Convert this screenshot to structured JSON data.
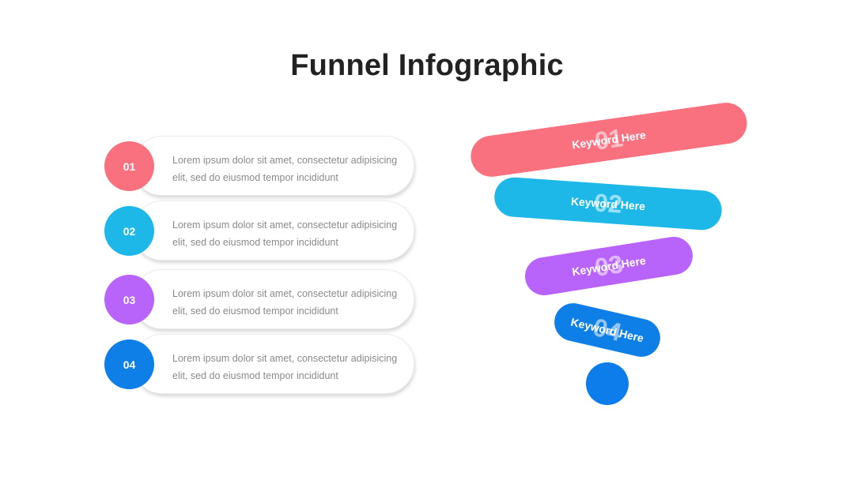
{
  "title": "Funnel Infographic",
  "colors": {
    "pink": "#F9707F",
    "cyan": "#1EB8E8",
    "purple": "#B863FA",
    "blue": "#0F7FE8",
    "dot": "#0C7DEB"
  },
  "list": [
    {
      "number": "01",
      "line1": "Lorem ipsum dolor sit amet, consectetur adipisicing",
      "line2": "elit, sed do eiusmod tempor incididunt"
    },
    {
      "number": "02",
      "line1": "Lorem ipsum dolor sit amet, consectetur adipisicing",
      "line2": "elit, sed do eiusmod tempor incididunt"
    },
    {
      "number": "03",
      "line1": "Lorem ipsum dolor sit amet, consectetur adipisicing",
      "line2": "elit, sed do eiusmod tempor incididunt"
    },
    {
      "number": "04",
      "line1": "Lorem ipsum dolor sit amet, consectetur adipisicing",
      "line2": "elit, sed do eiusmod tempor incididunt"
    }
  ],
  "funnel": [
    {
      "number": "01",
      "keyword": "Keyword Here"
    },
    {
      "number": "02",
      "keyword": "Keyword Here"
    },
    {
      "number": "03",
      "keyword": "Keyword Here"
    },
    {
      "number": "04",
      "keyword": "Keyword Here"
    }
  ]
}
